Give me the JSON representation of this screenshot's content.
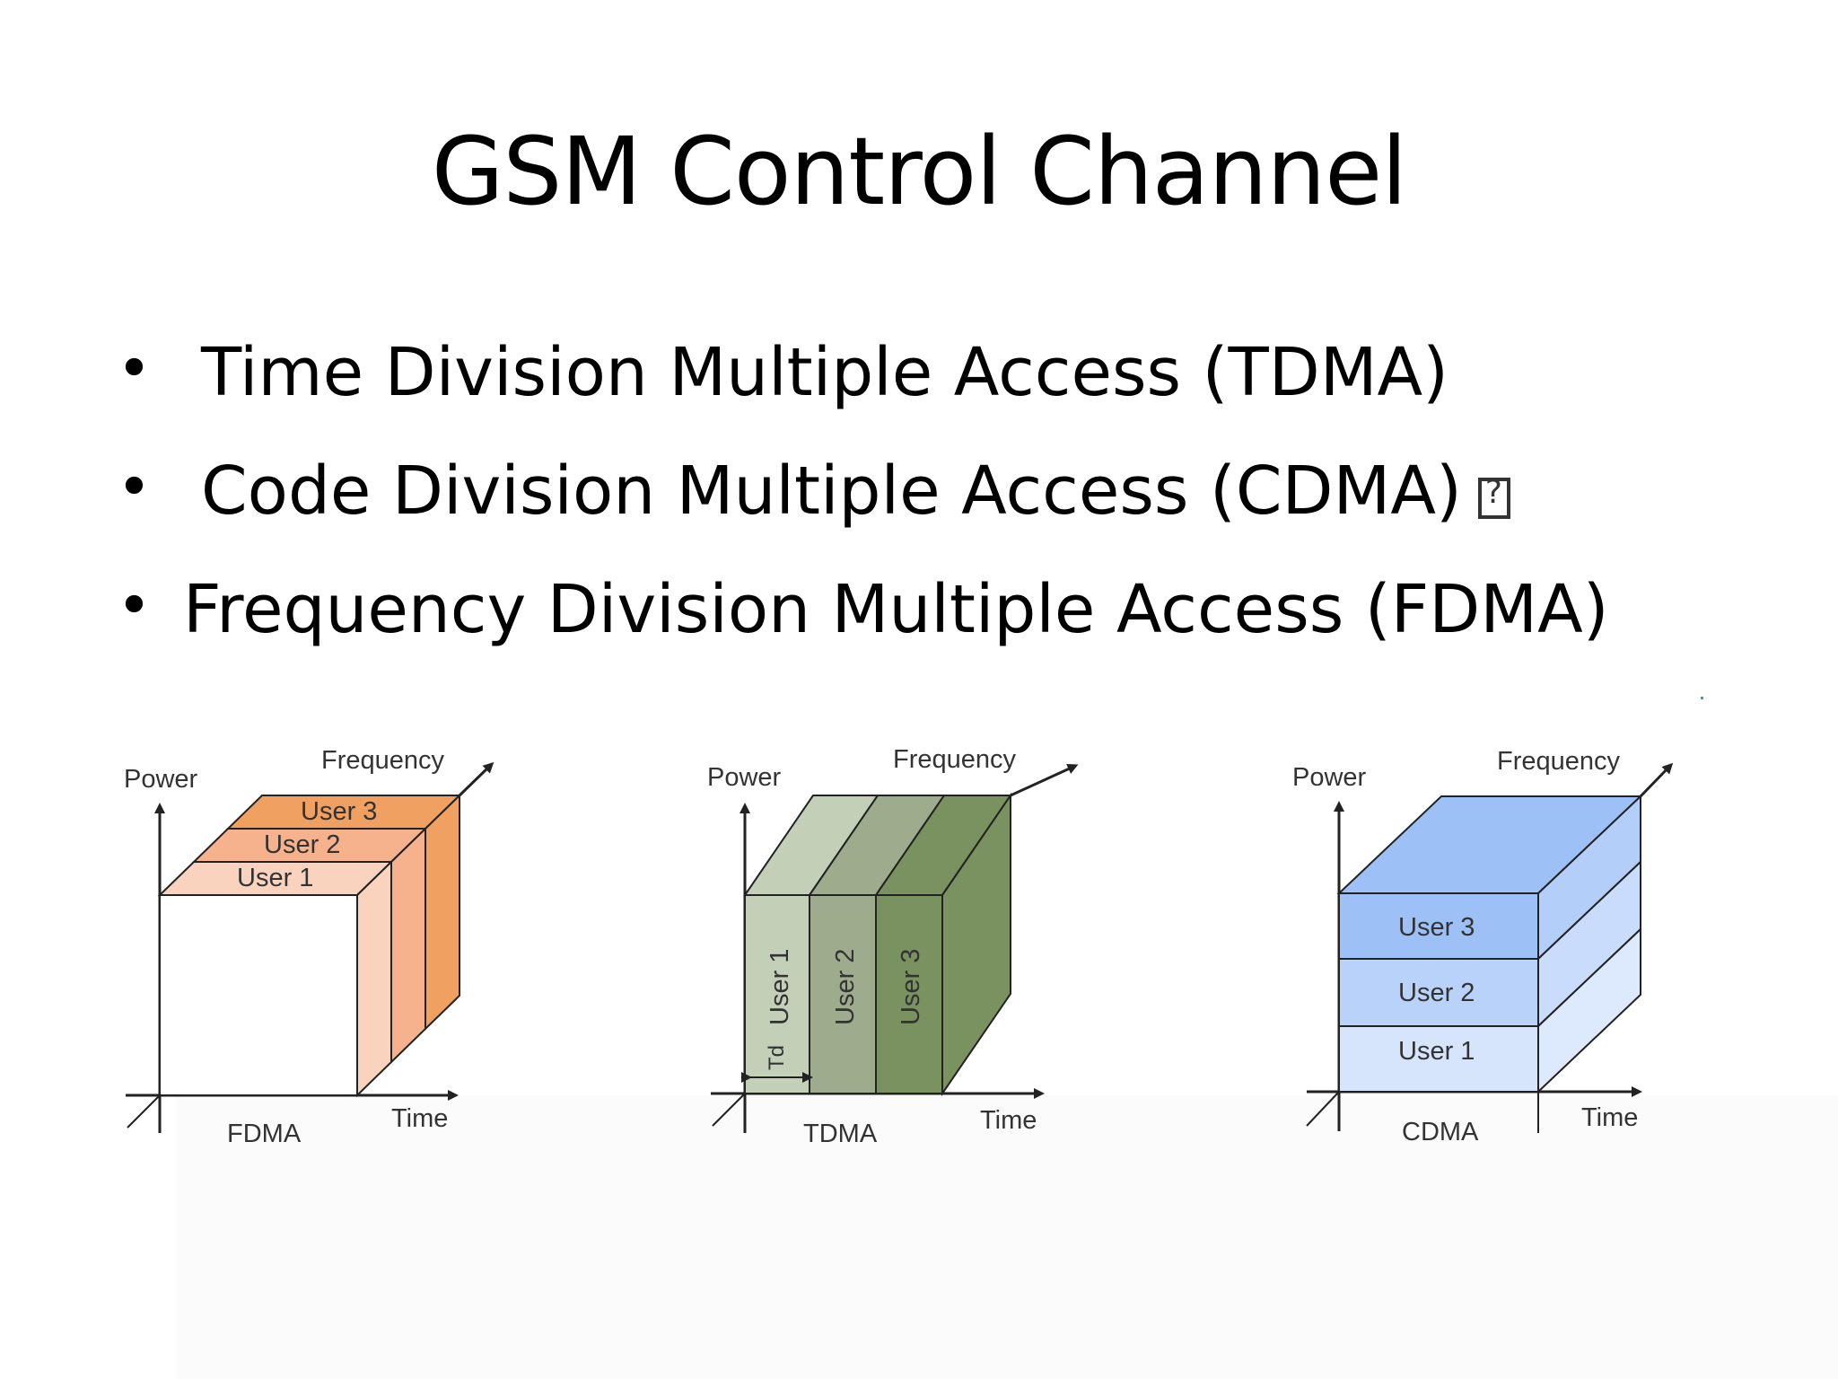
{
  "slide": {
    "title": "GSM Control Channel",
    "bullets": [
      {
        "marker": "•",
        "text": "Time Division Multiple Access (TDMA)"
      },
      {
        "marker": "•",
        "text": "Code Division Multiple Access (CDMA)",
        "trailing_glyph": "missing-character-box-icon"
      },
      {
        "marker": "•",
        "text": "Frequency Division Multiple Access (FDMA)"
      }
    ]
  },
  "diagrams": {
    "fdma": {
      "power_label": "Power",
      "frequency_label": "Frequency",
      "time_label": "Time",
      "scheme_label": "FDMA",
      "users": [
        "User 1",
        "User 2",
        "User 3"
      ],
      "colors": [
        "#fad3bf",
        "#f5b28c",
        "#f0a060"
      ]
    },
    "tdma": {
      "power_label": "Power",
      "frequency_label": "Frequency",
      "time_label": "Time",
      "scheme_label": "TDMA",
      "users": [
        "User 1",
        "User 2",
        "User 3"
      ],
      "slot_label": "Td",
      "colors": [
        "#c4cfb8",
        "#9fab8d",
        "#7a9260"
      ]
    },
    "cdma": {
      "power_label": "Power",
      "frequency_label": "Frequency",
      "time_label": "Time",
      "scheme_label": "CDMA",
      "users": [
        "User 1",
        "User 2",
        "User 3"
      ],
      "colors": [
        "#d7e5fc",
        "#b9d2fa",
        "#9dc0f6"
      ]
    }
  }
}
